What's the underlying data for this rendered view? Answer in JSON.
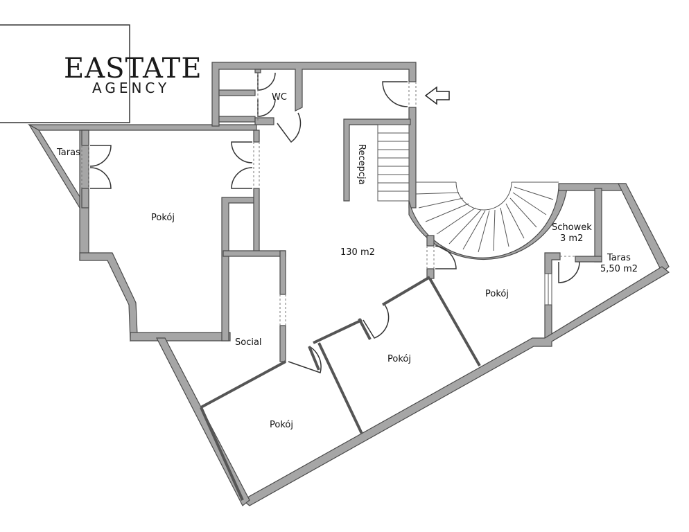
{
  "brand": {
    "line1": "EASTATE",
    "line2": "AGENCY"
  },
  "rooms": {
    "wc": "WC",
    "recepcja": "Recepcja",
    "taras_left": "Taras",
    "pokoj_left": "Pokój",
    "main_area": "130 m2",
    "schowek_name": "Schowek",
    "schowek_area": "3 m2",
    "taras_right_name": "Taras",
    "taras_right_area": "5,50 m2",
    "pokoj_right": "Pokój",
    "social": "Social",
    "pokoj_center": "Pokój",
    "pokoj_bottom": "Pokój"
  },
  "colors": {
    "wall_fill": "#a6a6a6",
    "wall_stroke": "#4a4a4a",
    "line": "#555555",
    "text": "#111111"
  }
}
